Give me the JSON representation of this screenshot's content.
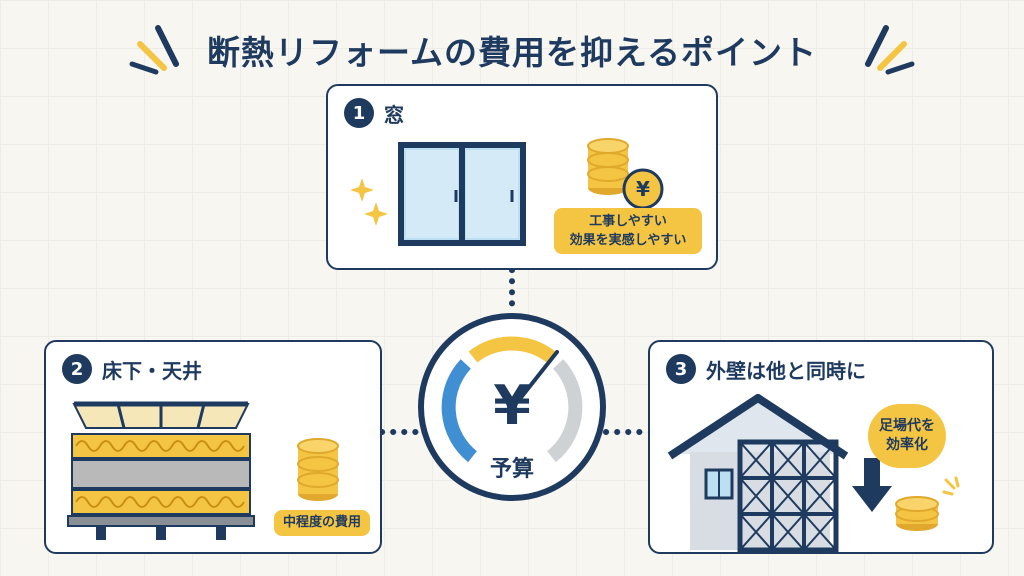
{
  "title": "断熱リフォームの費用を抑えるポイント",
  "center": {
    "label": "予算",
    "symbol": "¥"
  },
  "panels": [
    {
      "number": "1",
      "label": "窓",
      "tag_lines": [
        "工事しやすい",
        "効果を実感しやすい"
      ],
      "coin_symbol": "¥"
    },
    {
      "number": "2",
      "label": "床下・天井",
      "tag": "中程度の費用"
    },
    {
      "number": "3",
      "label": "外壁は他と同時に",
      "tag_lines": [
        "足場代を",
        "効率化"
      ]
    }
  ],
  "colors": {
    "navy": "#1f3a5f",
    "yellow": "#f4c542",
    "blue": "#3f8fd2",
    "gray": "#cfd2d4",
    "glass": "#bcdff2",
    "background": "#f7f6f1"
  }
}
